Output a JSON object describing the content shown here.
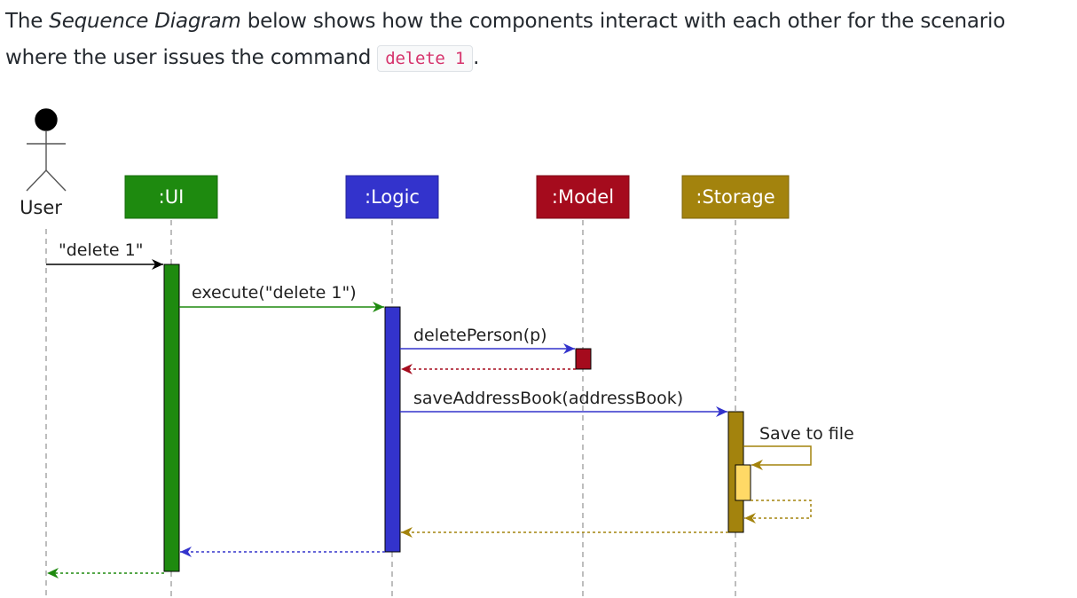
{
  "intro": {
    "part1": "The ",
    "emphasis": "Sequence Diagram",
    "part2": " below shows how the components interact with each other for the scenario where the user issues the command ",
    "command": "delete 1",
    "part3": "."
  },
  "actor": {
    "label": "User"
  },
  "participants": [
    {
      "label": ":UI",
      "color": "#1e8a0f"
    },
    {
      "label": ":Logic",
      "color": "#3333cc"
    },
    {
      "label": ":Model",
      "color": "#a50b1d"
    },
    {
      "label": ":Storage",
      "color": "#a3830d"
    }
  ],
  "messages": {
    "user_to_ui": "\"delete 1\"",
    "ui_to_logic": "execute(\"delete 1\")",
    "logic_to_model": "deletePerson(p)",
    "logic_to_storage": "saveAddressBook(addressBook)",
    "storage_self": "Save to file"
  },
  "colors": {
    "ui": "#1e8a0f",
    "logic": "#3333cc",
    "model": "#a50b1d",
    "storage": "#a3830d",
    "storage_inner": "#ffd966",
    "lifeline": "#9a9a9a"
  }
}
